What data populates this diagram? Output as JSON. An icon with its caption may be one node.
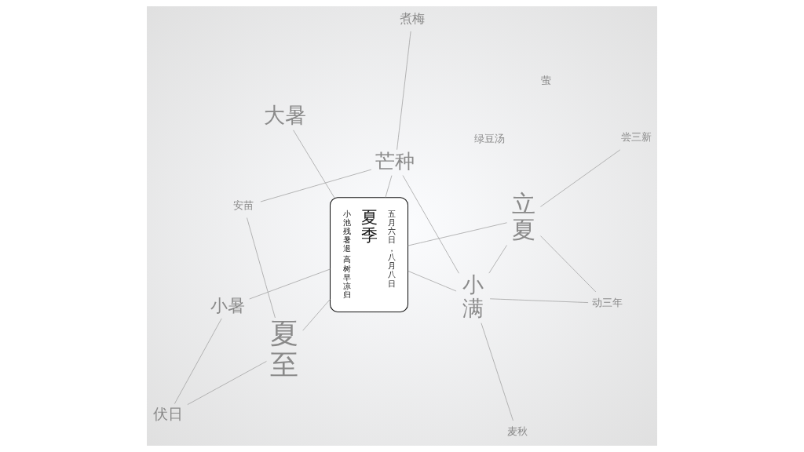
{
  "diagram": {
    "nodes": [
      {
        "text": [
          "大暑"
        ]
      },
      {
        "text": [
          "尝三新"
        ]
      },
      {
        "text": [
          "动三年"
        ]
      },
      {
        "text": [
          "立夏"
        ]
      },
      {
        "text": [
          "小暑"
        ]
      },
      {
        "text": [
          "小池残暑退",
          "高树早凉归",
          "夏季",
          "五月六日，八月八日"
        ]
      },
      {
        "text": [
          "伏日"
        ]
      },
      {
        "text": [
          "麦秋"
        ]
      },
      {
        "text": [
          "小满"
        ]
      },
      {
        "text": [
          "夏至"
        ]
      },
      {
        "text": [
          "芒种"
        ]
      },
      {
        "text": [
          "安苗"
        ]
      },
      {
        "text": [
          "煮梅"
        ]
      }
    ],
    "edges": [
      {
        "from": 0,
        "to": 5,
        "arrow": "none"
      },
      {
        "from": 1,
        "to": 3,
        "arrow": "none"
      },
      {
        "from": 3,
        "to": 2,
        "arrow": "none"
      },
      {
        "from": 2,
        "to": 8,
        "arrow": "none"
      },
      {
        "from": 3,
        "to": 5,
        "arrow": "none"
      },
      {
        "from": 3,
        "to": 8,
        "arrow": "none"
      },
      {
        "from": 4,
        "to": 5,
        "arrow": "none"
      },
      {
        "from": 4,
        "to": 6,
        "arrow": "none"
      },
      {
        "from": 6,
        "to": 9,
        "arrow": "none"
      },
      {
        "from": 5,
        "to": 8,
        "arrow": "none"
      },
      {
        "from": 7,
        "to": 8,
        "arrow": "none"
      },
      {
        "from": 5,
        "to": 9,
        "arrow": "none"
      },
      {
        "from": 5,
        "to": 10,
        "arrow": "none"
      },
      {
        "from": 8,
        "to": 10,
        "arrow": "none"
      },
      {
        "from": 9,
        "to": 11,
        "arrow": "none"
      },
      {
        "from": 11,
        "to": 10,
        "arrow": "none"
      },
      {
        "from": 10,
        "to": 12,
        "arrow": "none"
      }
    ],
    "labels": [
      "绿豆汤",
      "萤"
    ]
  }
}
